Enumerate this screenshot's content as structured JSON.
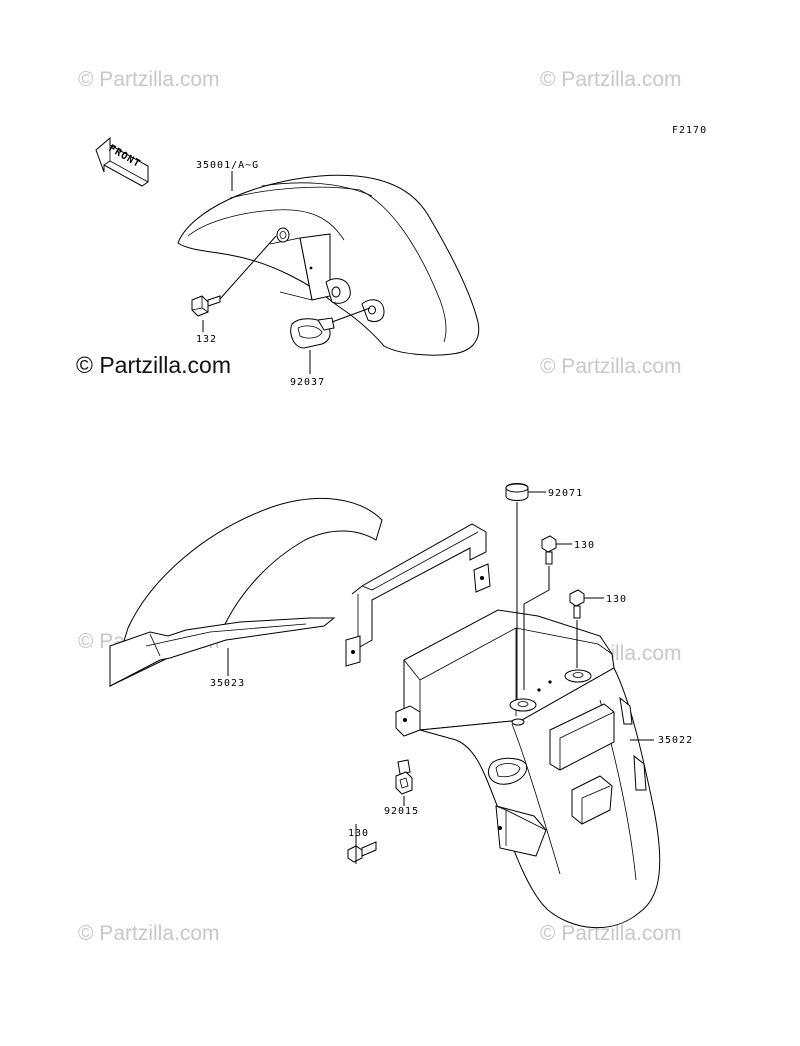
{
  "diagram": {
    "figure_code": "F2170",
    "front_label": "FRONT",
    "watermark_text": "© Partzilla.com",
    "parts": {
      "front_fender": "35001/A~G",
      "front_bolt": "132",
      "front_clip": "92037",
      "rear_inner_fender": "35023",
      "rear_fender": "35022",
      "grommet": "92071",
      "bolt_top_a": "130",
      "bolt_top_b": "130",
      "bolt_lower": "130",
      "nut_clip": "92015"
    }
  }
}
